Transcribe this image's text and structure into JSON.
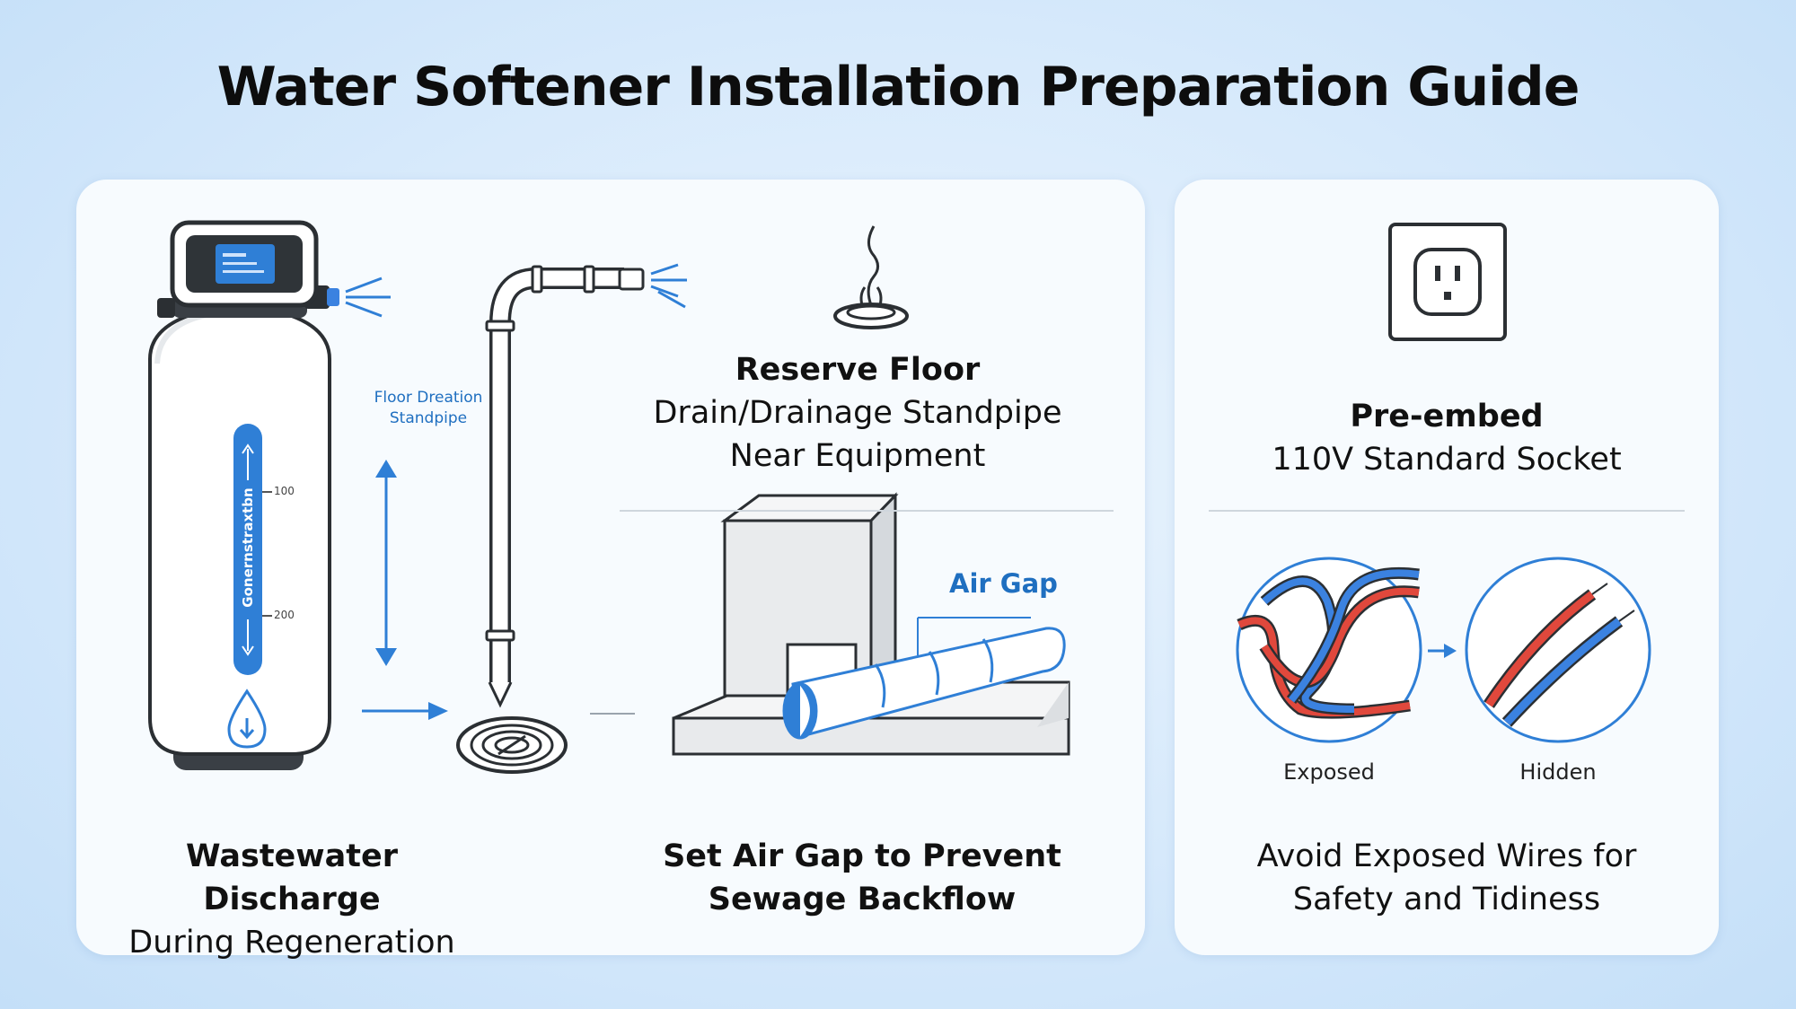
{
  "title": "Water Softener Installation Preparation Guide",
  "left_panel": {
    "standpipe_label_line1": "Floor Dreation",
    "standpipe_label_line2": "Standpipe",
    "tank_label": "Gonernstraxtbn",
    "tick_top": "100",
    "tick_bottom": "200",
    "caption_discharge_bold": "Wastewater Discharge",
    "caption_discharge_normal": "During Regeneration",
    "caption_floor_bold": "Reserve Floor",
    "caption_floor_line2": "Drain/Drainage Standpipe",
    "caption_floor_line3": "Near Equipment",
    "air_gap_label": "Air Gap",
    "caption_airgap_line1": "Set Air Gap to Prevent",
    "caption_airgap_line2": "Sewage Backflow"
  },
  "right_panel": {
    "caption_socket_bold": "Pre-embed",
    "caption_socket_normal": "110V Standard Socket",
    "label_exposed": "Exposed",
    "label_hidden": "Hidden",
    "caption_wires_line1": "Avoid Exposed Wires for",
    "caption_wires_line2": "Safety and Tidiness"
  },
  "colors": {
    "accent_blue": "#2f7fd6",
    "wire_red": "#e0483c",
    "wire_blue": "#3b82e0"
  }
}
